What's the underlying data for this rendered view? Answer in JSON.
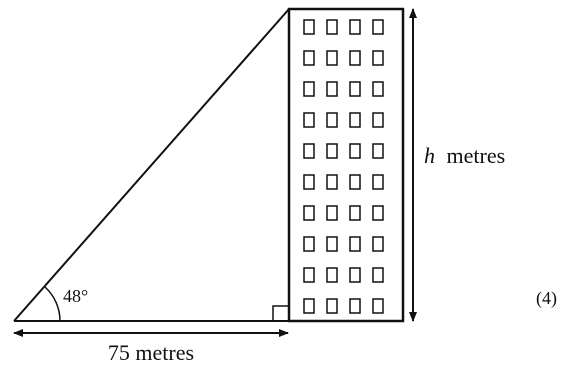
{
  "diagram": {
    "angle_label": "48°",
    "base_label": "75 metres",
    "height_variable": "h",
    "height_unit": "metres",
    "marks_label": "(4)"
  },
  "building": {
    "window_rows": 10,
    "window_cols": 4
  },
  "colors": {
    "line": "#111111",
    "background": "#ffffff"
  }
}
